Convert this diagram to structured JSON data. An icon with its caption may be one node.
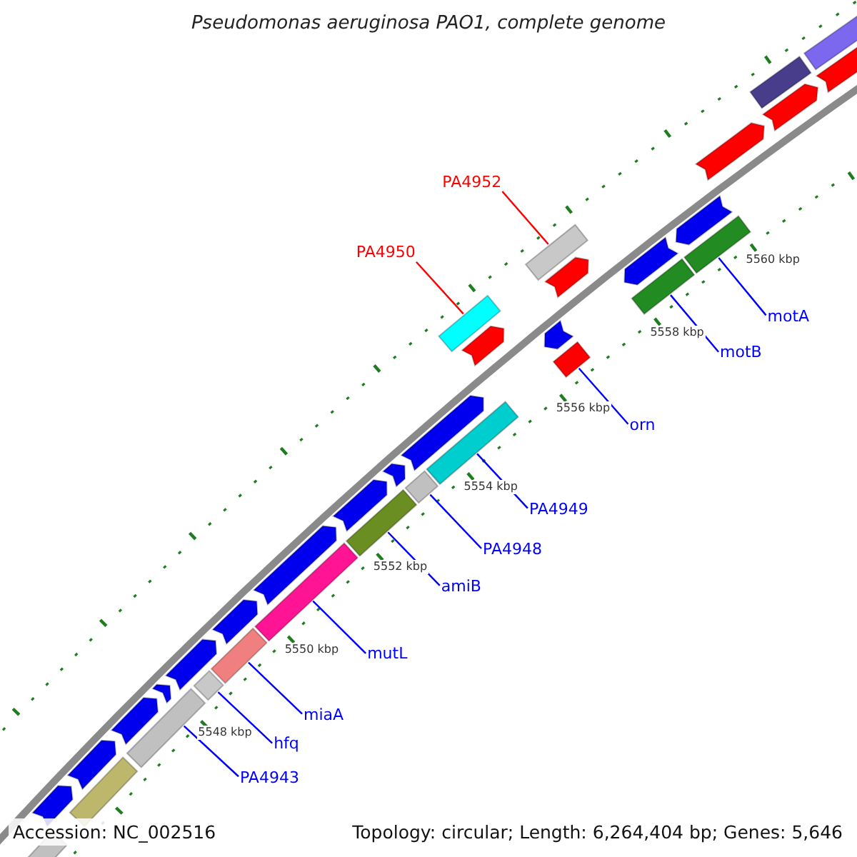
{
  "diagram": {
    "title": "Pseudomonas aeruginosa PAO1, complete genome",
    "nodes": [
      {
        "text": [
          "PA4952"
        ]
      },
      {
        "text": [],
        "shape": "bar"
      },
      {
        "text": [
          "PA4950"
        ]
      },
      {
        "text": [],
        "shape": "bar"
      },
      {
        "text": [
          "motA"
        ]
      },
      {
        "text": [],
        "shape": "bar"
      },
      {
        "text": [
          "motB"
        ]
      },
      {
        "text": [],
        "shape": "bar"
      },
      {
        "text": [
          "orn"
        ]
      },
      {
        "text": [],
        "shape": "bar"
      },
      {
        "text": [
          "PA4949"
        ]
      },
      {
        "text": [],
        "shape": "bar"
      },
      {
        "text": [
          "PA4948"
        ]
      },
      {
        "text": [],
        "shape": "bar"
      },
      {
        "text": [
          "amiB"
        ]
      },
      {
        "text": [],
        "shape": "bar"
      },
      {
        "text": [
          "mutL"
        ]
      },
      {
        "text": [],
        "shape": "bar"
      },
      {
        "text": [
          "miaA"
        ]
      },
      {
        "text": [],
        "shape": "bar"
      },
      {
        "text": [
          "hfq"
        ]
      },
      {
        "text": [],
        "shape": "bar"
      },
      {
        "text": [
          "PA4943"
        ]
      },
      {
        "text": [],
        "shape": "bar"
      }
    ],
    "edges": [
      {
        "from": 0,
        "to": 1,
        "arrow": "none",
        "color": "#ff0000"
      },
      {
        "from": 2,
        "to": 3,
        "arrow": "none",
        "color": "#ff0000"
      },
      {
        "from": 4,
        "to": 5,
        "arrow": "none"
      },
      {
        "from": 6,
        "to": 7,
        "arrow": "none"
      },
      {
        "from": 8,
        "to": 9,
        "arrow": "none"
      },
      {
        "from": 10,
        "to": 11,
        "arrow": "none"
      },
      {
        "from": 12,
        "to": 13,
        "arrow": "none"
      },
      {
        "from": 14,
        "to": 15,
        "arrow": "none"
      },
      {
        "from": 16,
        "to": 17,
        "arrow": "none"
      },
      {
        "from": 18,
        "to": 19,
        "arrow": "none"
      },
      {
        "from": 20,
        "to": 21,
        "arrow": "none"
      },
      {
        "from": 22,
        "to": 23,
        "arrow": "none"
      }
    ],
    "labels": [
      "5560 kbp",
      "5558 kbp",
      "5556 kbp",
      "5554 kbp",
      "5552 kbp",
      "5550 kbp",
      "5548 kbp",
      "Accession: NC_002516",
      "Topology: circular; Length: 6,264,404 bp; Genes: 5,646"
    ]
  }
}
